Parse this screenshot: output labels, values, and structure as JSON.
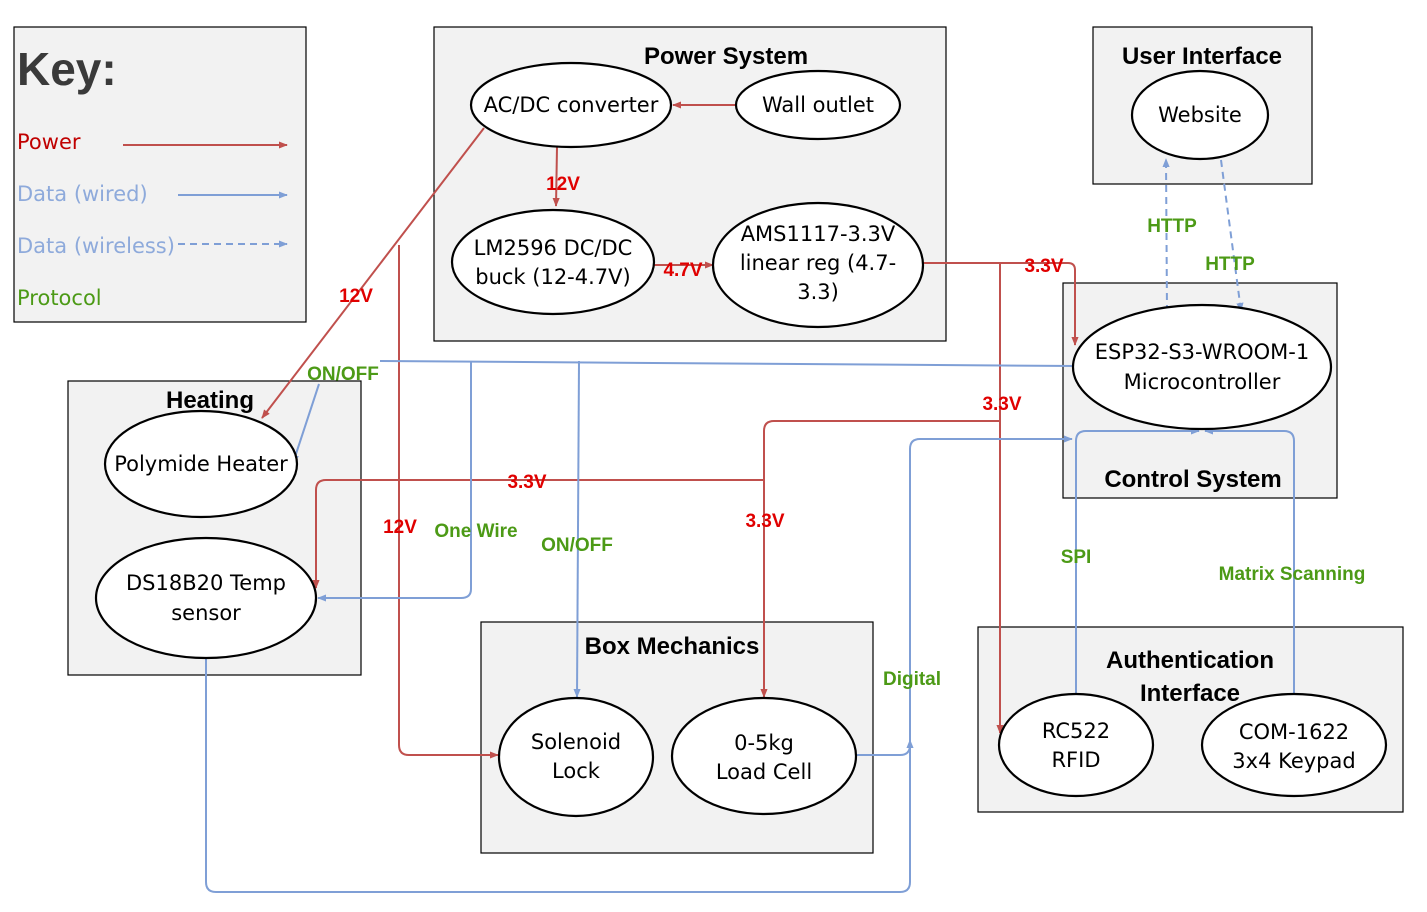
{
  "key": {
    "title": "Key:",
    "power": "Power",
    "data_wired": "Data (wired)",
    "data_wireless": "Data (wireless)",
    "protocol": "Protocol"
  },
  "colors": {
    "power_arrow": "#c0504d",
    "power_label": "#e00000",
    "data_arrow": "#7f9fd6",
    "protocol_label": "#4c9a16",
    "key_power_text": "#c00000",
    "key_data_text": "#8eaadb"
  },
  "groups": {
    "power_system": "Power System",
    "user_interface": "User Interface",
    "heating": "Heating",
    "control_system": "Control System",
    "box_mechanics": "Box Mechanics",
    "authentication_line1": "Authentication",
    "authentication_line2": "Interface"
  },
  "nodes": {
    "ac_dc": [
      "AC/DC converter"
    ],
    "wall_outlet": [
      "Wall outlet"
    ],
    "lm2596": [
      "LM2596 DC/DC",
      "buck (12-4.7V)"
    ],
    "ams1117": [
      "AMS1117-3.3V",
      "linear reg (4.7-",
      "3.3)"
    ],
    "website": [
      "Website"
    ],
    "esp32": [
      "ESP32-S3-WROOM-1",
      "Microcontroller"
    ],
    "heater": [
      "Polymide Heater"
    ],
    "ds18b20": [
      "DS18B20 Temp",
      "sensor"
    ],
    "solenoid": [
      "Solenoid",
      "Lock"
    ],
    "load_cell": [
      "0-5kg",
      "Load Cell"
    ],
    "rc522": [
      "RC522",
      "RFID"
    ],
    "keypad": [
      "COM-1622",
      "3x4 Keypad"
    ]
  },
  "edge_labels": {
    "v12_acdc_buck": "12V",
    "v47": "4.7V",
    "v33_ams_esp": "3.3V",
    "v12_heater": "12V",
    "on_off_heater": "ON/OFF",
    "v33_rfid": "3.3V",
    "v33_temp": "3.3V",
    "v12_solenoid": "12V",
    "one_wire": "One Wire",
    "on_off_solenoid": "ON/OFF",
    "v33_loadcell": "3.3V",
    "http_up": "HTTP",
    "http_down": "HTTP",
    "spi": "SPI",
    "matrix_scanning": "Matrix Scanning",
    "digital": "Digital"
  }
}
